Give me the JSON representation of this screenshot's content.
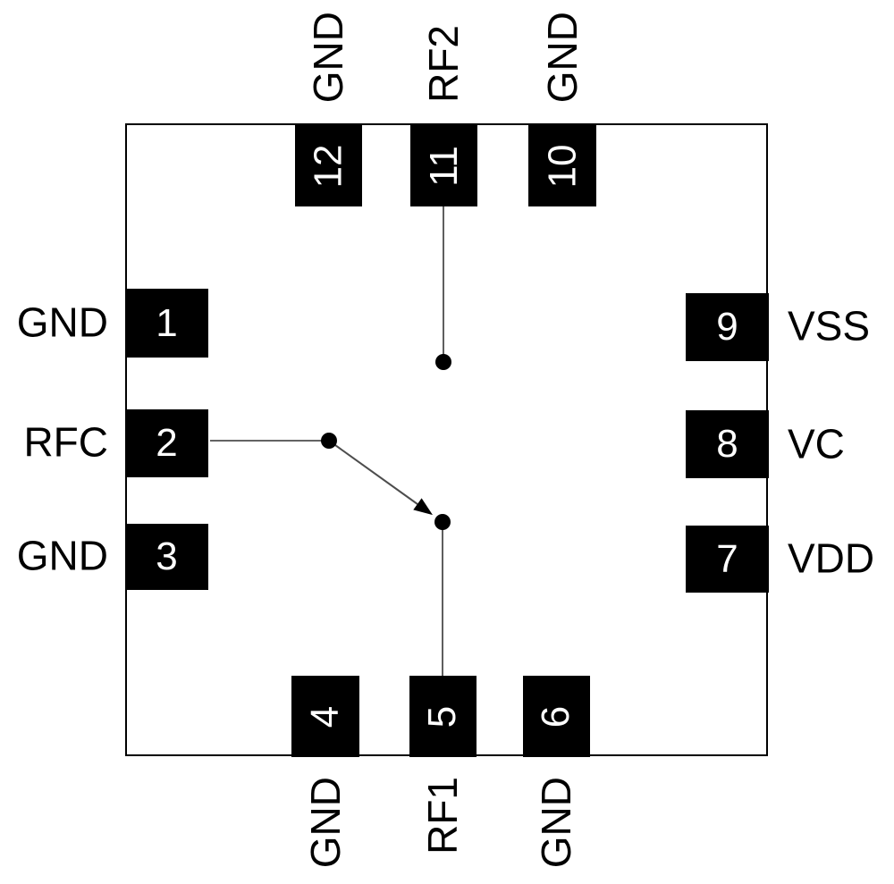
{
  "colors": {
    "background": "#ffffff",
    "chip_outline": "#000000",
    "pad_fill": "#000000",
    "pad_number_text": "#ffffff",
    "label_text": "#000000",
    "wire": "#4d4d4d",
    "switch_dot": "#000000"
  },
  "chip": {
    "pins": [
      {
        "number": "1",
        "name": "GND",
        "side": "left"
      },
      {
        "number": "2",
        "name": "RFC",
        "side": "left"
      },
      {
        "number": "3",
        "name": "GND",
        "side": "left"
      },
      {
        "number": "4",
        "name": "GND",
        "side": "bottom"
      },
      {
        "number": "5",
        "name": "RF1",
        "side": "bottom"
      },
      {
        "number": "6",
        "name": "GND",
        "side": "bottom"
      },
      {
        "number": "7",
        "name": "VDD",
        "side": "right"
      },
      {
        "number": "8",
        "name": "VC",
        "side": "right"
      },
      {
        "number": "9",
        "name": "VSS",
        "side": "right"
      },
      {
        "number": "10",
        "name": "GND",
        "side": "top"
      },
      {
        "number": "11",
        "name": "RF2",
        "side": "top"
      },
      {
        "number": "12",
        "name": "GND",
        "side": "top"
      }
    ],
    "switch": {
      "pole": "RFC",
      "connected_throw": "RF1",
      "open_throw": "RF2"
    }
  }
}
